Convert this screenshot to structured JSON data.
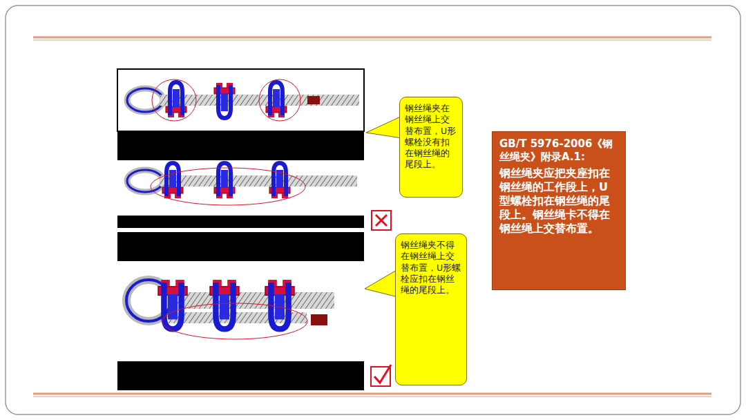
{
  "diagram": {
    "nodes": [
      {
        "text": [
          "钢丝绳夹在钢丝绳上交替布置，U形螺栓没有扣在钢丝绳的尾段上。"
        ]
      },
      {
        "text": [
          "钢丝绳夹不得在钢丝绳上交替布置，U形螺栓应扣在钢丝绳的尾段上。"
        ]
      },
      {
        "text": [
          "GB/T 5976-2006《钢丝绳夹》附录A.1:",
          "钢丝绳夹应把夹座扣在钢丝绳的工作段上，U型螺栓扣在钢丝绳的尾段上。钢丝绳卡不得在钢丝绳上交替布置。"
        ]
      }
    ]
  }
}
